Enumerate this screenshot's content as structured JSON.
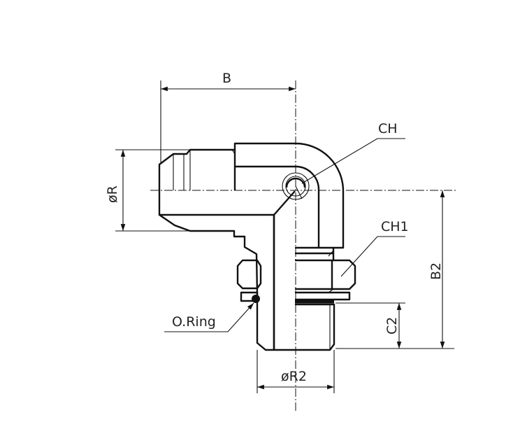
{
  "labels": {
    "b": "B",
    "r": "øR",
    "ch": "CH",
    "ch1": "CH1",
    "oring": "O.Ring",
    "b2": "B2",
    "c2": "C2",
    "r2": "øR2"
  }
}
